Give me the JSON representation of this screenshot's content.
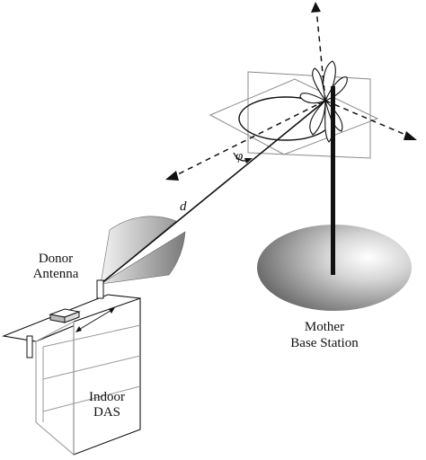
{
  "labels": {
    "donor_antenna_line1": "Donor",
    "donor_antenna_line2": "Antenna",
    "mother_bs_line1": "Mother",
    "mother_bs_line2": "Base Station",
    "indoor_das_line1": "Indoor",
    "indoor_das_line2": "DAS",
    "distance_symbol": "d",
    "angle_symbol": "φ"
  }
}
